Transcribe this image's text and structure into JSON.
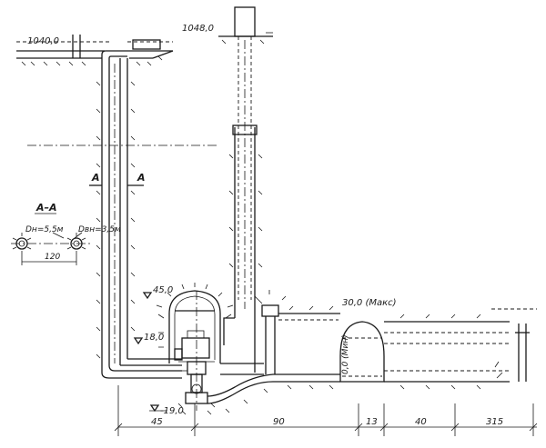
{
  "elevations": {
    "left_surface": "1040,0",
    "right_surface": "1048,0",
    "machine_hall_top": "45,0",
    "machine_hall_mid": "18,0",
    "bottom": "-19,0",
    "tailrace_max": "30,0 (Макс)",
    "tailrace_min": "0,0 (Мин)"
  },
  "section": {
    "marker_left": "A",
    "marker_right": "A",
    "title": "A–A",
    "dn_label": "Dн=5,5м",
    "dvn_label": "Dвн=3,5м",
    "width": "120"
  },
  "dimensions": [
    "45",
    "90",
    "13",
    "40",
    "315"
  ]
}
